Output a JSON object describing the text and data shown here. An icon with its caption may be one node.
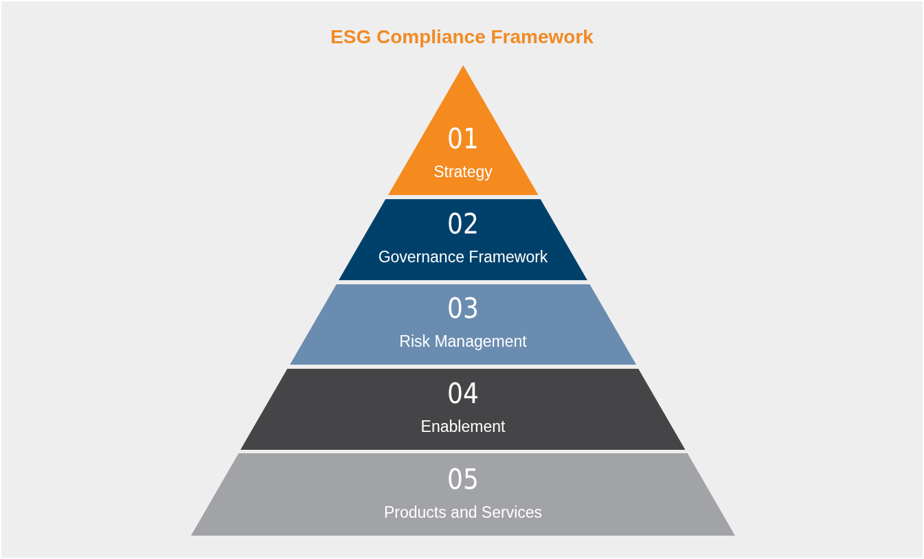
{
  "diagram": {
    "title": "ESG Compliance Framework",
    "nodes": [
      {
        "text": [
          "01",
          "Strategy"
        ]
      },
      {
        "text": [
          "02",
          "Governance Framework"
        ]
      },
      {
        "text": [
          "03",
          "Risk Management"
        ]
      },
      {
        "text": [
          "04",
          "Enablement"
        ]
      },
      {
        "text": [
          "05",
          "Products and Services"
        ]
      }
    ]
  }
}
